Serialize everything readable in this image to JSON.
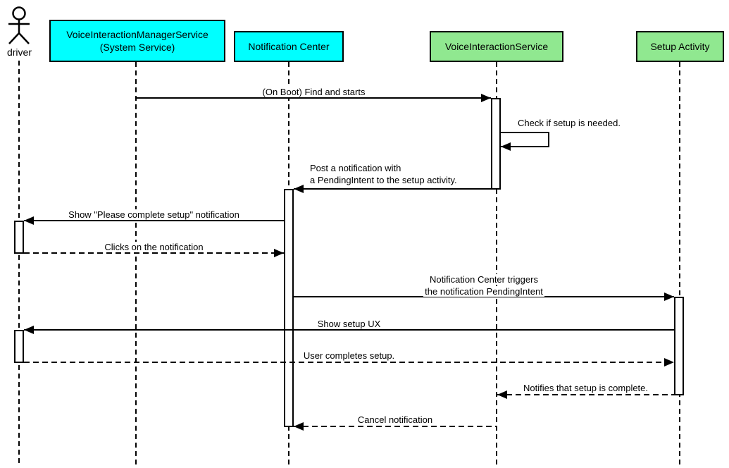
{
  "diagram_type": "uml-sequence-diagram",
  "colors": {
    "system_service_fill": "#00ffff",
    "component_fill": "#90e890",
    "stroke": "#000000",
    "background": "#ffffff"
  },
  "participants": {
    "driver": {
      "label": "driver",
      "kind": "actor"
    },
    "manager_service": {
      "line1": "VoiceInteractionManagerService",
      "line2": "(System Service)",
      "kind": "system-box"
    },
    "notification_center": {
      "label": "Notification Center",
      "kind": "system-box"
    },
    "voice_interaction_service": {
      "label": "VoiceInteractionService",
      "kind": "component-box"
    },
    "setup_activity": {
      "label": "Setup Activity",
      "kind": "component-box"
    }
  },
  "messages": {
    "on_boot": {
      "text": "(On Boot) Find and starts",
      "from": "manager_service",
      "to": "voice_interaction_service",
      "line_style": "solid"
    },
    "check_setup": {
      "text": "Check if setup is needed.",
      "from": "voice_interaction_service",
      "to": "voice_interaction_service",
      "line_style": "solid-self"
    },
    "post_notification": {
      "line1": "Post a notification with",
      "line2": "a PendingIntent to the setup activity.",
      "from": "voice_interaction_service",
      "to": "notification_center",
      "line_style": "solid"
    },
    "show_setup_notification": {
      "text": "Show \"Please complete setup\" notification",
      "from": "notification_center",
      "to": "driver",
      "line_style": "solid"
    },
    "click_notification": {
      "text": "Clicks on the notification",
      "from": "driver",
      "to": "notification_center",
      "line_style": "dashed"
    },
    "trigger_intent": {
      "line1": "Notification Center triggers",
      "line2": "the notification PendingIntent",
      "from": "notification_center",
      "to": "setup_activity",
      "line_style": "solid"
    },
    "show_setup_ux": {
      "text": "Show setup UX",
      "from": "setup_activity",
      "to": "driver",
      "line_style": "solid"
    },
    "user_completes_setup": {
      "text": "User completes setup.",
      "from": "driver",
      "to": "setup_activity",
      "line_style": "dashed"
    },
    "notify_setup_complete": {
      "text": "Notifies that setup is complete.",
      "from": "setup_activity",
      "to": "voice_interaction_service",
      "line_style": "dashed"
    },
    "cancel_notification": {
      "text": "Cancel notification",
      "from": "voice_interaction_service",
      "to": "notification_center",
      "line_style": "dashed"
    }
  }
}
